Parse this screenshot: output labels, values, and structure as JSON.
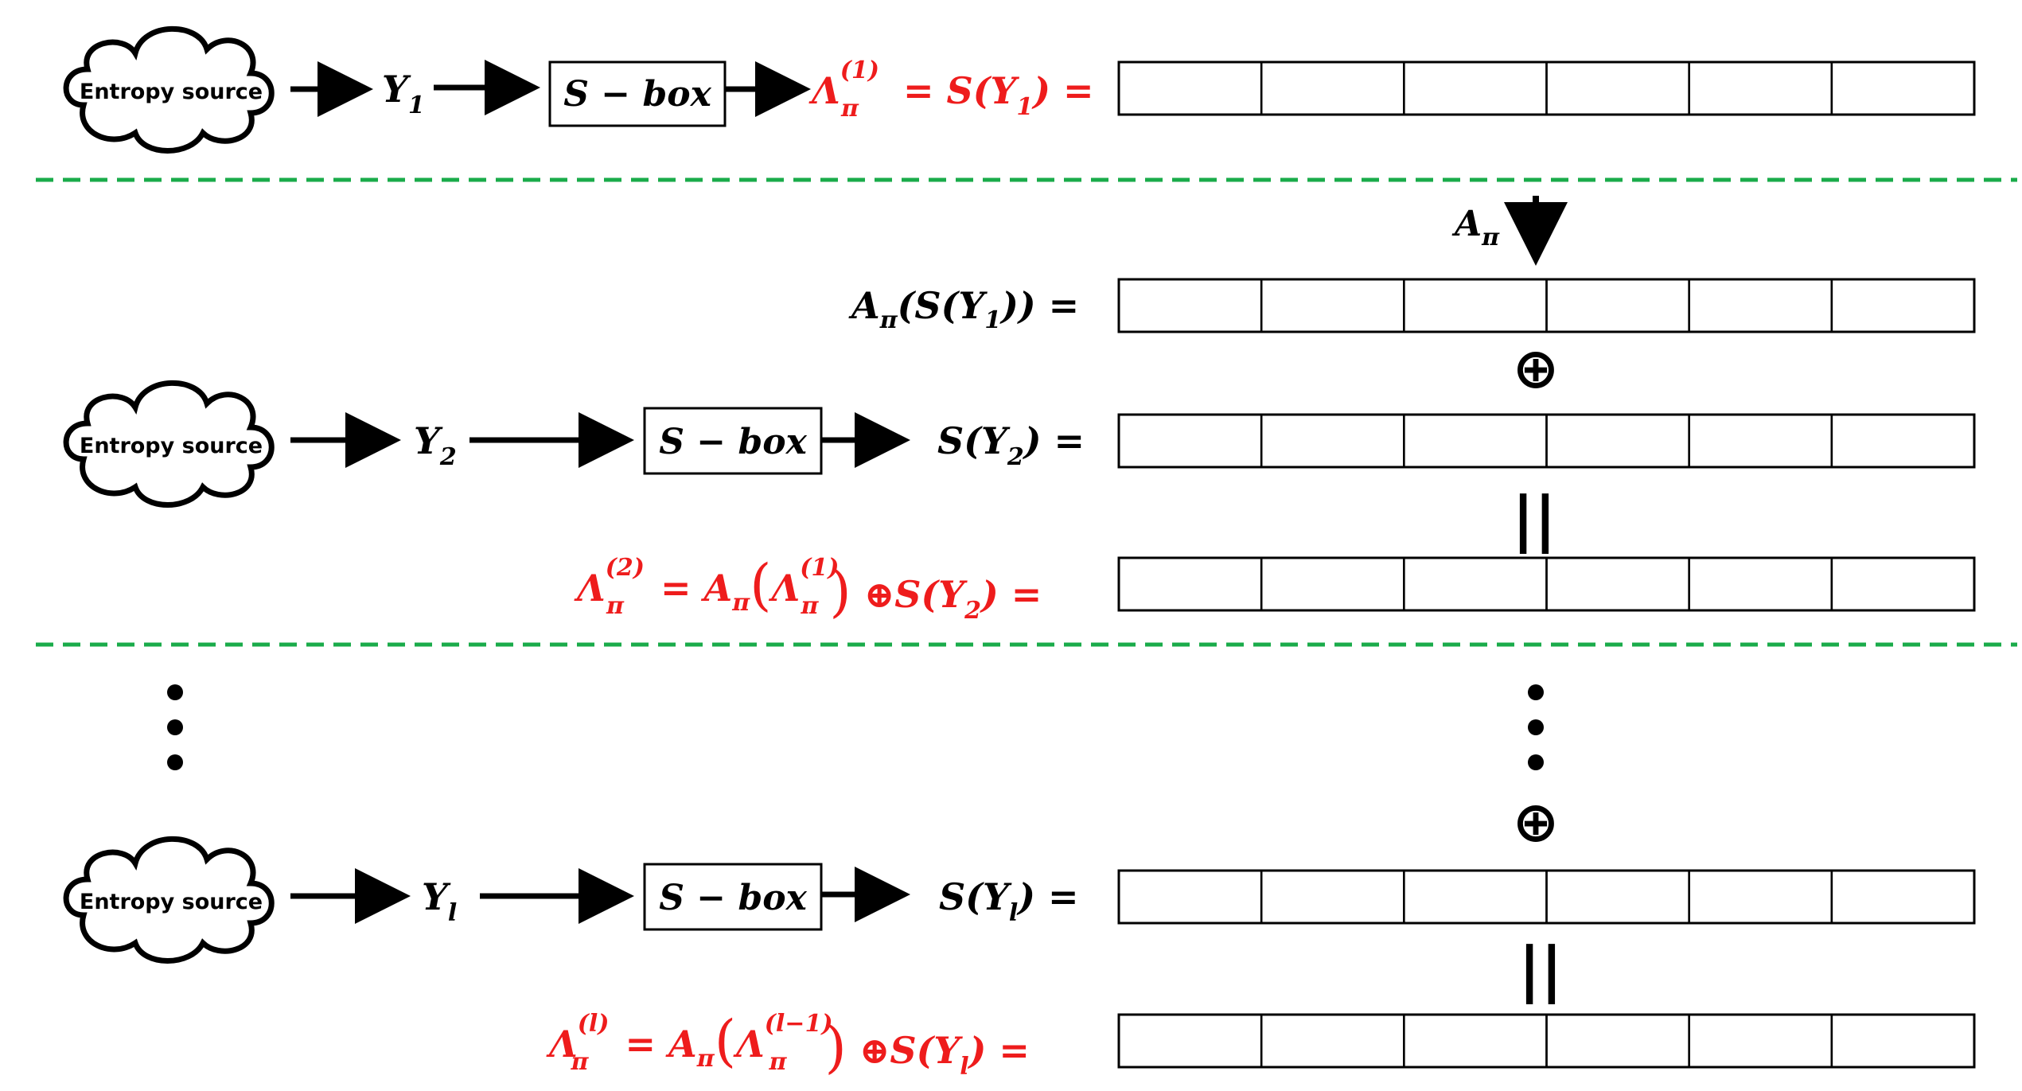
{
  "colors": {
    "accent_red": "#ee1c1c",
    "divider_green": "#1aab4a",
    "ink": "#000000"
  },
  "rows": [
    {
      "source_label": "Entropy source",
      "input_symbol": "Y",
      "input_sub": "1",
      "sbox_label": "S − box",
      "out_main": "Λ",
      "out_sup": "(1)",
      "out_sub": "π",
      "out_rest_a": " = S(Y",
      "out_rest_sub": "1",
      "out_rest_b": ") ="
    },
    {
      "source_label": "Entropy source",
      "input_symbol": "Y",
      "input_sub": "2",
      "sbox_label": "S − box",
      "sy_a": "S(Y",
      "sy_sub": "2",
      "sy_b": ") ="
    },
    {
      "source_label": "Entropy source",
      "input_symbol": "Y",
      "input_sub": "l",
      "sbox_label": "S − box",
      "sy_a": "S(Y",
      "sy_sub": "l",
      "sy_b": ") ="
    }
  ],
  "perm": {
    "label_main": "A",
    "label_sub": "π",
    "applied_a": "A",
    "applied_sub": "π",
    "applied_b": "(S(Y",
    "applied_sub2": "1",
    "applied_c": ")) ="
  },
  "lambda2": {
    "main": "Λ",
    "sup": "(2)",
    "sub": "π",
    "eq": " = A",
    "a_sub": "π",
    "open": "(",
    "inner_main": "Λ",
    "inner_sup": "(1)",
    "inner_sub": "π",
    "close": ")",
    "xor_s": " ⊕S(Y",
    "y_sub": "2",
    "end": ") ="
  },
  "lambdal": {
    "main": "Λ",
    "sup": "(l)",
    "sub": "π",
    "eq": " = A",
    "a_sub": "π",
    "open": "(",
    "inner_main": "Λ",
    "inner_sup": "(l−1)",
    "inner_sub": "π",
    "close": ")",
    "xor_s": " ⊕S(Y",
    "y_sub": "l",
    "end": ") ="
  },
  "symbols": {
    "xor": "⊕",
    "equals_vertical": "||",
    "vertical_dots": "⋮"
  },
  "register_cells": 6
}
